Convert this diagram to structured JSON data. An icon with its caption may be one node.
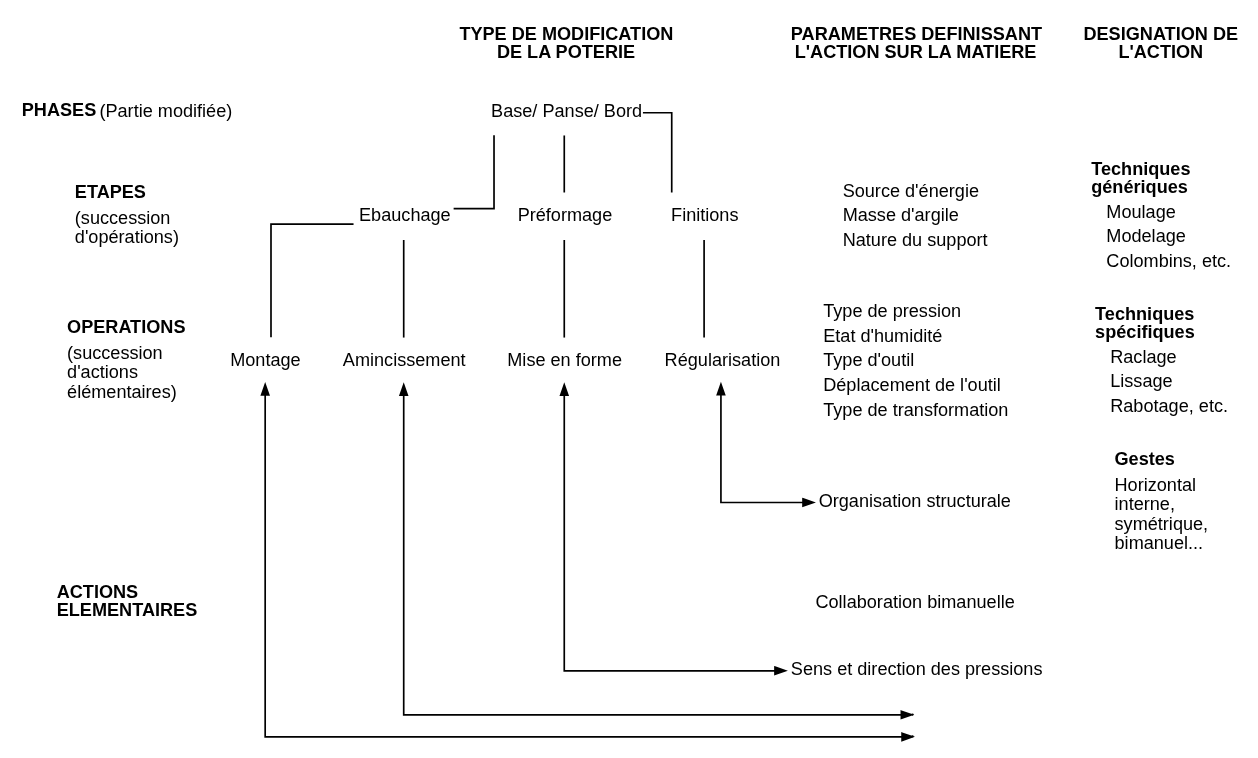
{
  "diagram": {
    "nodes": [
      {
        "text": [
          "Base/ Panse/ Bord"
        ]
      },
      {
        "text": [
          "Ebauchage"
        ]
      },
      {
        "text": [
          "Préformage"
        ]
      },
      {
        "text": [
          "Finitions"
        ]
      },
      {
        "text": [
          "Montage"
        ]
      },
      {
        "text": [
          "Amincissement"
        ]
      },
      {
        "text": [
          "Mise en forme"
        ]
      },
      {
        "text": [
          "Régularisation"
        ]
      },
      {
        "text": [
          "Organisation structurale"
        ]
      },
      {
        "text": [
          "Sens et direction des pressions"
        ]
      }
    ],
    "edges": [
      {
        "from": 0,
        "to": 1,
        "arrow": "none"
      },
      {
        "from": 0,
        "to": 2,
        "arrow": "none"
      },
      {
        "from": 0,
        "to": 3,
        "arrow": "none"
      },
      {
        "from": 1,
        "to": 4,
        "arrow": "none"
      },
      {
        "from": 1,
        "to": 5,
        "arrow": "none"
      },
      {
        "from": 2,
        "to": 6,
        "arrow": "none"
      },
      {
        "from": 3,
        "to": 7,
        "arrow": "none"
      },
      {
        "from": 7,
        "to": 8,
        "arrow": "both"
      },
      {
        "from": 6,
        "to": 9,
        "arrow": "both"
      },
      {
        "from": 5,
        "to": null,
        "arrow": "both"
      },
      {
        "from": 4,
        "to": null,
        "arrow": "both"
      }
    ],
    "labels": [
      "TYPE DE MODIFICATION DE LA POTERIE",
      "PARAMETRES DEFINISSANT L'ACTION SUR LA MATIERE",
      "DESIGNATION DE L'ACTION",
      "PHASES",
      "(Partie modifiée)",
      "ETAPES",
      "(succession d'opérations)",
      "Source d'énergie",
      "Masse d'argile",
      "Nature du support",
      "Techniques génériques",
      "Moulage",
      "Modelage",
      "Colombins, etc.",
      "OPERATIONS",
      "(succession d'actions élémentaires)",
      "Type de pression",
      "Etat d'humidité",
      "Type d'outil",
      "Déplacement de l'outil",
      "Type de transformation",
      "Techniques spécifiques",
      "Raclage",
      "Lissage",
      "Rabotage, etc.",
      "ACTIONS ELEMENTAIRES",
      "Collaboration bimanuelle",
      "Gestes",
      "Horizontal interne, symétrique, bimanuel..."
    ]
  }
}
